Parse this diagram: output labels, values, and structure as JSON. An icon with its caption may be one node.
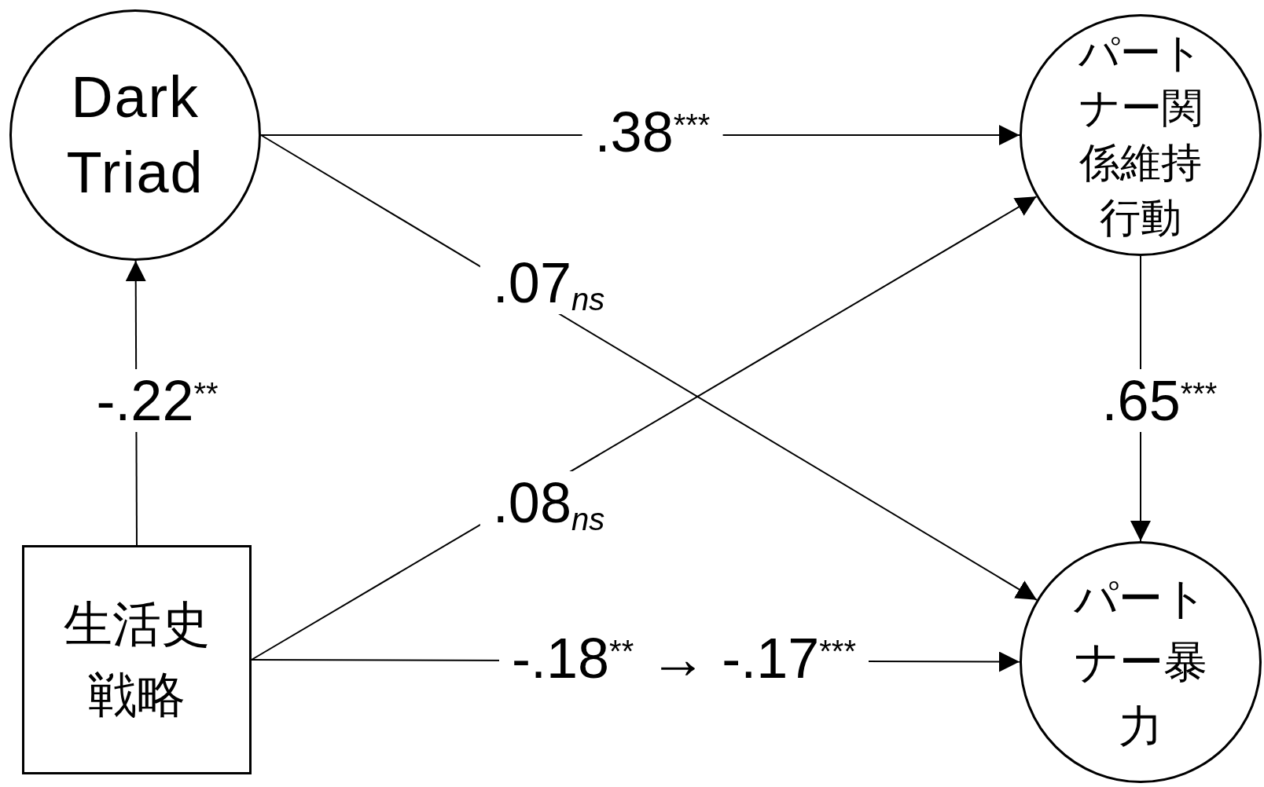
{
  "diagram": {
    "nodes": [
      {
        "text": [
          "Dark Triad"
        ]
      },
      {
        "text": [
          "パートナー関係維持行動"
        ]
      },
      {
        "text": [
          "生活史戦略"
        ]
      },
      {
        "text": [
          "パートナー暴力"
        ]
      }
    ],
    "edges": [
      {
        "from": 2,
        "to": 0,
        "arrow": "to",
        "label": "-.22$^{**}$"
      },
      {
        "from": 0,
        "to": 1,
        "arrow": "to",
        "label": ".38$^{***}$"
      },
      {
        "from": 0,
        "to": 3,
        "arrow": "to",
        "label": ".07$_{ns}$"
      },
      {
        "from": 2,
        "to": 1,
        "arrow": "to",
        "label": ".08$_{ns}$"
      },
      {
        "from": 2,
        "to": 3,
        "arrow": "to",
        "label": "-.18$^{**}$ → -.17$^{***}$"
      },
      {
        "from": 1,
        "to": 3,
        "arrow": "to",
        "label": ".65$^{***}$"
      }
    ]
  }
}
